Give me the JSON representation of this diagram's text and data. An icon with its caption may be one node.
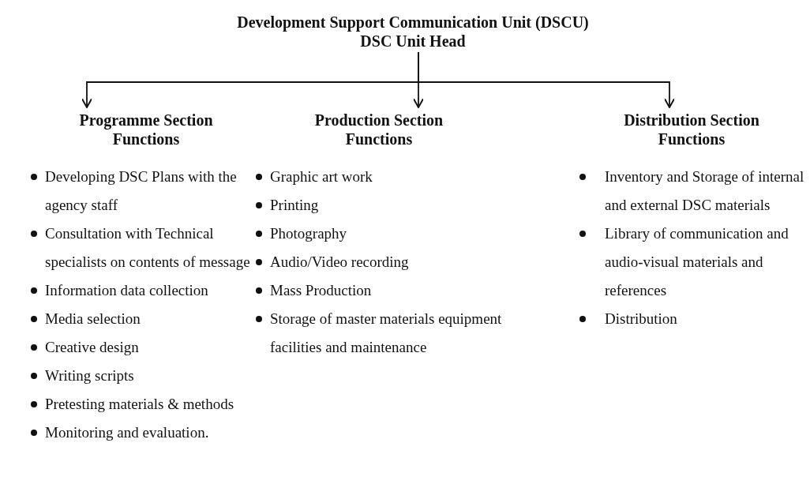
{
  "diagram": {
    "nodes": [
      {
        "text": [
          "Development Support Communication Unit (DSCU)",
          "DSC Unit Head"
        ]
      },
      {
        "text": [
          "Programme Section Functions",
          "Developing DSC Plans with the agency staff",
          "Consultation with Technical specialists on contents of message",
          "Information data collection",
          "Media selection",
          "Creative design",
          "Writing scripts",
          "Pretesting materials & methods",
          "Monitoring and evaluation."
        ]
      },
      {
        "text": [
          "Production Section Functions",
          "Graphic art work",
          "Printing",
          "Photography",
          "Audio/Video recording",
          "Mass Production",
          "Storage of master materials equipment facilities and maintenance"
        ]
      },
      {
        "text": [
          "Distribution Section Functions",
          "Inventory and Storage of internal and external DSC materials",
          "Library of communication and audio-visual materials and references",
          "Distribution"
        ]
      }
    ],
    "edges": [
      {
        "from": 0,
        "to": 1,
        "arrow": "to"
      },
      {
        "from": 0,
        "to": 2,
        "arrow": "to"
      },
      {
        "from": 0,
        "to": 3,
        "arrow": "to"
      }
    ]
  }
}
